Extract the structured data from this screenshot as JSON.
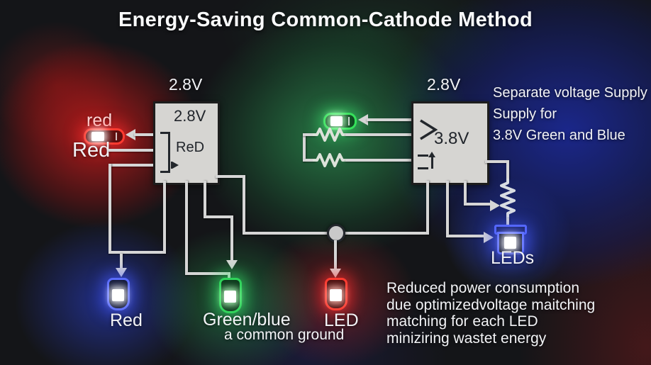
{
  "title": "Energy-Saving Common-Cathode Method",
  "left_driver": {
    "voltage_above": "2.8V",
    "voltage_inside": "2.8V",
    "channel": "ReD"
  },
  "right_driver": {
    "voltage_above": "2.8V",
    "voltage_inside": "3.8V"
  },
  "led_labels": {
    "left_red_small": "red",
    "left_red": "Red",
    "bottom_red": "Red",
    "bottom_green": "Green/blue",
    "bottom_green_note": "a common ground",
    "bottom_center": "LED",
    "right_blue": "LEDs"
  },
  "annotations": {
    "separate_supply": [
      "Separate voltage Supply",
      "Supply for",
      "3.8V Green and Blue"
    ],
    "reduced_power": [
      "Reduced power consumption",
      "due optimizedvoltage maitching",
      "matching for each LED",
      "miniziring wastet energy"
    ]
  },
  "colors": {
    "red": "#ff3b30",
    "green": "#35e05a",
    "blue": "#4254ff",
    "wire": "#d6d6d6",
    "box_fill": "#d6d5d2",
    "background": "#141518"
  }
}
